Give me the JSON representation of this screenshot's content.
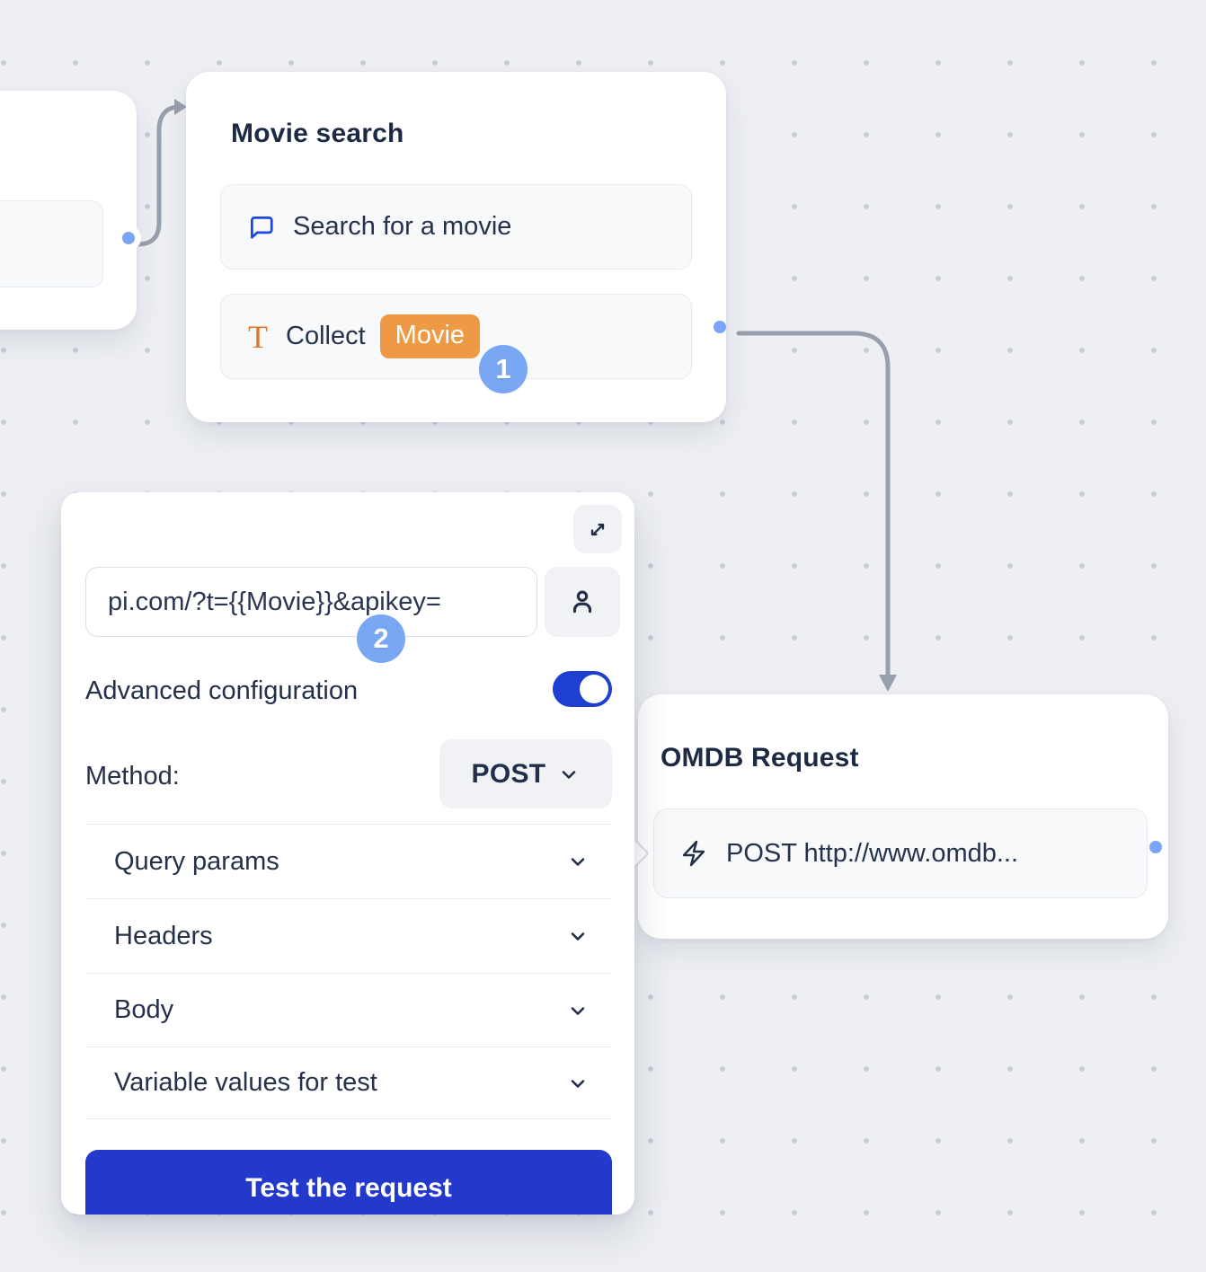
{
  "theme": {
    "canvas_bg": "#edeff3",
    "dot_color": "#c4cbd7",
    "accent_blue": "#1c47e3",
    "toggle_blue": "#1d3fd2",
    "button_blue": "#2339cb",
    "orange": "#ee9a45",
    "orange_icon": "#d9782a",
    "badge_blue": "#79a7f3",
    "port_blue": "#7ba3f7",
    "connector_gray": "#99a0ad",
    "text_dark": "#1f2b45"
  },
  "nodes": {
    "movie_search": {
      "title": "Movie search",
      "steps": [
        {
          "icon": "chat-bubble-icon",
          "label": "Search for a movie"
        },
        {
          "icon": "text-input-icon",
          "label": "Collect",
          "variable": "Movie"
        }
      ]
    },
    "omdb_request": {
      "title": "OMDB Request",
      "step": {
        "icon": "lightning-icon",
        "label": "POST http://www.omdb..."
      }
    }
  },
  "annotations": {
    "step_badge_1": "1",
    "step_badge_2": "2"
  },
  "panel": {
    "url_value": "pi.com/?t={{Movie}}&apikey=",
    "advanced_label": "Advanced configuration",
    "advanced_enabled": true,
    "method_label": "Method:",
    "method_value": "POST",
    "sections": [
      "Query params",
      "Headers",
      "Body",
      "Variable values for test"
    ],
    "test_button_label": "Test the request"
  }
}
